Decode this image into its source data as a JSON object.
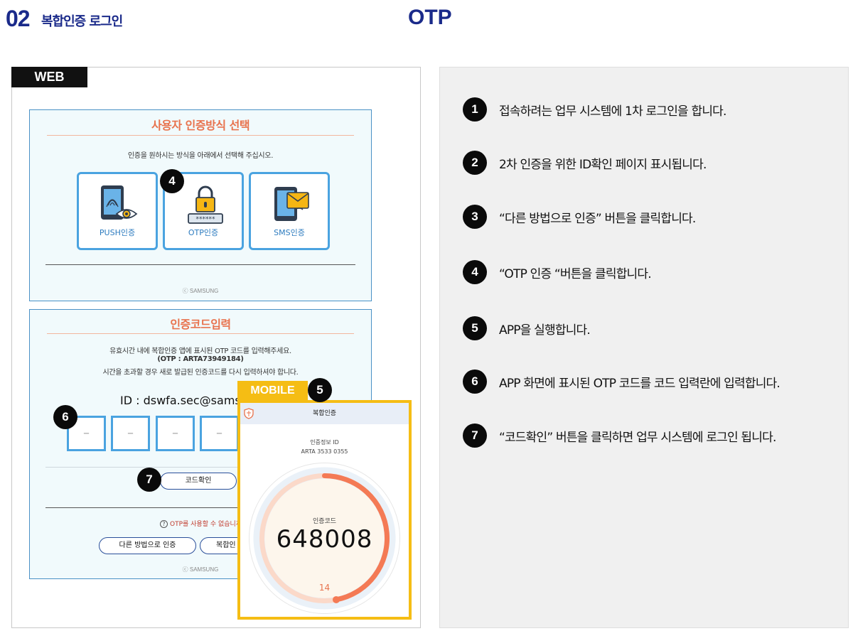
{
  "header": {
    "number": "02",
    "title": "복합인증 로그인",
    "center_title": "OTP"
  },
  "web": {
    "tag": "WEB",
    "screen1": {
      "title": "사용자 인증방식 선택",
      "description": "인증을 원하시는 방식을 아래에서 선택해 주십시오.",
      "methods": [
        {
          "label": "PUSH인증",
          "icon": "fingerprint-phone-icon"
        },
        {
          "label": "OTP인증",
          "icon": "lock-password-icon"
        },
        {
          "label": "SMS인증",
          "icon": "message-phone-icon"
        }
      ],
      "footer": "ⓒ SAMSUNG"
    },
    "screen2": {
      "title": "인증코드입력",
      "desc_line1": "유효시간 내에 복합인증 앱에 표시된 OTP 코드를 입력해주세요.",
      "desc_line2": "(OTP : ARTA73949184)",
      "desc_line3": "시간을 초과할 경우 새로 발급된 인증코드를 다시 입력하셔야 합니다.",
      "user_id": "ID : dswfa.sec@samsun",
      "code_placeholder": "–",
      "confirm_button": "코드확인",
      "help_text": "OTP를 사용할 수 없습니까",
      "other_method_button": "다른 방법으로 인증",
      "combined_button": "복합인",
      "footer": "ⓒ SAMSUNG"
    }
  },
  "mobile": {
    "tag": "MOBILE",
    "header_title": "복합인증",
    "info_label": "인증정보 ID",
    "info_id": "ARTA 3533 0355",
    "code_label": "인증코드",
    "code": "648008",
    "timer": "14",
    "timer_progress": 0.47
  },
  "badges": {
    "b4": "4",
    "b5": "5",
    "b6": "6",
    "b7": "7"
  },
  "steps": [
    {
      "num": "1",
      "text": "접속하려는 업무 시스템에 1차 로그인을 합니다."
    },
    {
      "num": "2",
      "text": "2차 인증을 위한 ID확인 페이지 표시됩니다."
    },
    {
      "num": "3",
      "text": "“다른 방법으로 인증” 버튼을 클릭합니다."
    },
    {
      "num": "4",
      "text": "“OTP 인증 “버튼을 클릭합니다."
    },
    {
      "num": "5",
      "text": "APP을 실행합니다."
    },
    {
      "num": "6",
      "text": "APP 화면에 표시된 OTP 코드를 코드 입력란에  입력합니다."
    },
    {
      "num": "7",
      "text": "“코드확인” 버튼을 클릭하면 업무 시스템에 로그인 됩니다."
    }
  ],
  "colors": {
    "brand_navy": "#1a2a8a",
    "accent_orange": "#e8734e",
    "box_blue": "#4aa3e0",
    "mobile_yellow": "#f5bd14"
  }
}
